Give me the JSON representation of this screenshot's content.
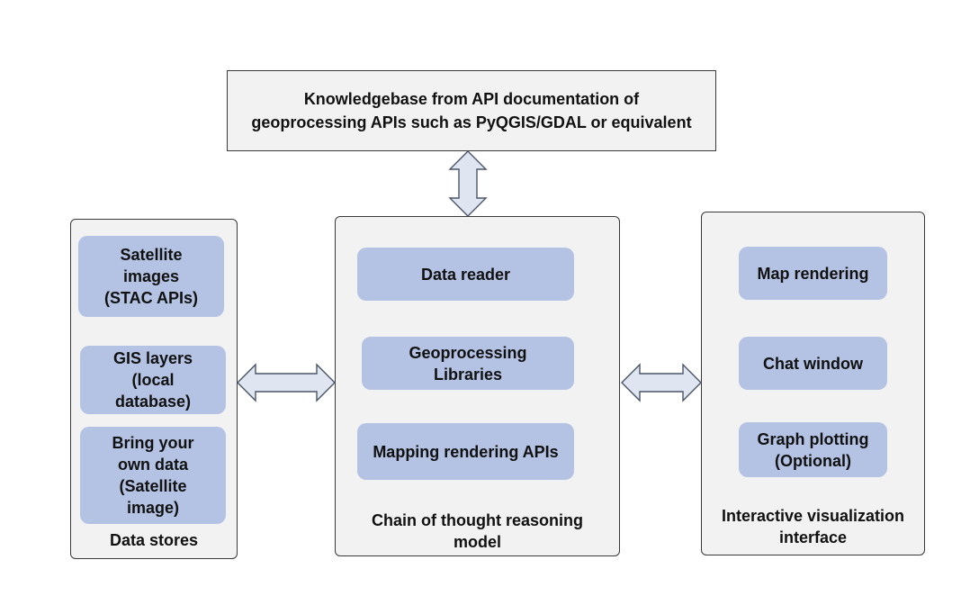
{
  "knowledgebase": {
    "text": "Knowledgebase from API documentation of\ngeoprocessing APIs such as PyQGIS/GDAL or equivalent"
  },
  "data_stores": {
    "title": "Data stores",
    "items": [
      "Satellite\nimages\n(STAC APIs)",
      "GIS layers\n(local\ndatabase)",
      "Bring your\nown data\n(Satellite\nimage)"
    ]
  },
  "reasoning_model": {
    "title": "Chain of thought reasoning\nmodel",
    "items": [
      "Data reader",
      "Geoprocessing\nLibraries",
      "Mapping rendering APIs"
    ]
  },
  "visualization": {
    "title": "Interactive visualization\ninterface",
    "items": [
      "Map rendering",
      "Chat window",
      "Graph plotting\n(Optional)"
    ]
  },
  "colors": {
    "panel_fill": "#f2f2f2",
    "box_fill": "#b4c2e3",
    "arrow_fill": "#dfe6f2",
    "arrow_stroke": "#4a5568",
    "border": "#3a3a3a"
  }
}
